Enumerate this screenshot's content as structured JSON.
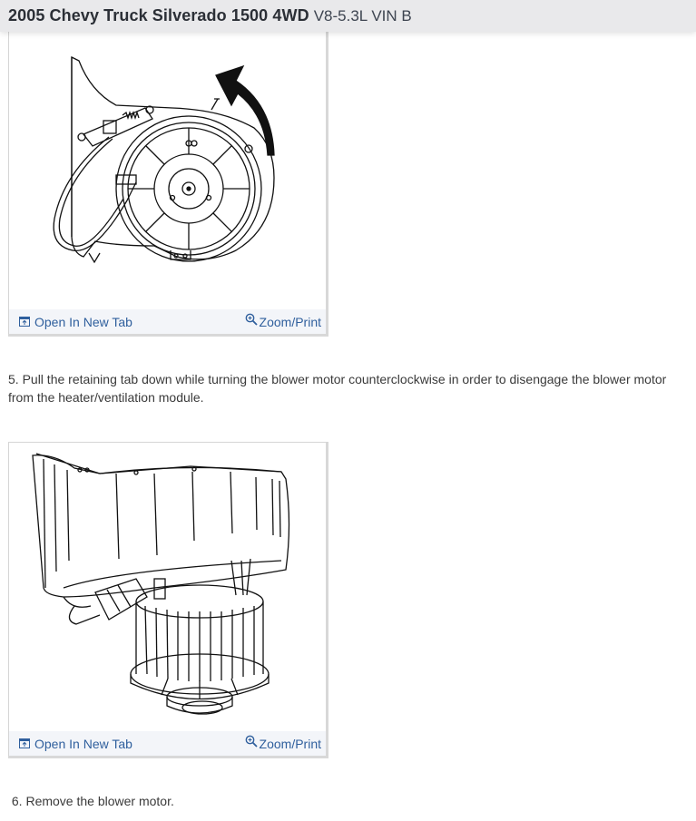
{
  "header": {
    "title": "2005 Chevy Truck Silverado 1500 4WD",
    "engine": "V8-5.3L VIN B"
  },
  "figures": [
    {
      "alt": "Blower motor with retaining tab and counterclockwise rotation arrow",
      "open_label": "Open In New Tab",
      "open_icon": "open-new-tab-icon",
      "zoom_label": "Zoom/Print",
      "zoom_icon": "zoom-in-icon"
    },
    {
      "alt": "Blower motor removed from heater/ventilation module",
      "open_label": "Open In New Tab",
      "open_icon": "open-new-tab-icon",
      "zoom_label": "Zoom/Print",
      "zoom_icon": "zoom-in-icon"
    }
  ],
  "steps": [
    {
      "text": " 5. Pull the retaining tab down while turning the blower motor counterclockwise in order to disengage the blower motor from the heater/ventilation module."
    },
    {
      "text": " 6. Remove the blower motor."
    }
  ],
  "colors": {
    "link": "#2f5f9d",
    "header_bg": "#e9e9eb",
    "footer_bg": "#f3f5f9"
  }
}
